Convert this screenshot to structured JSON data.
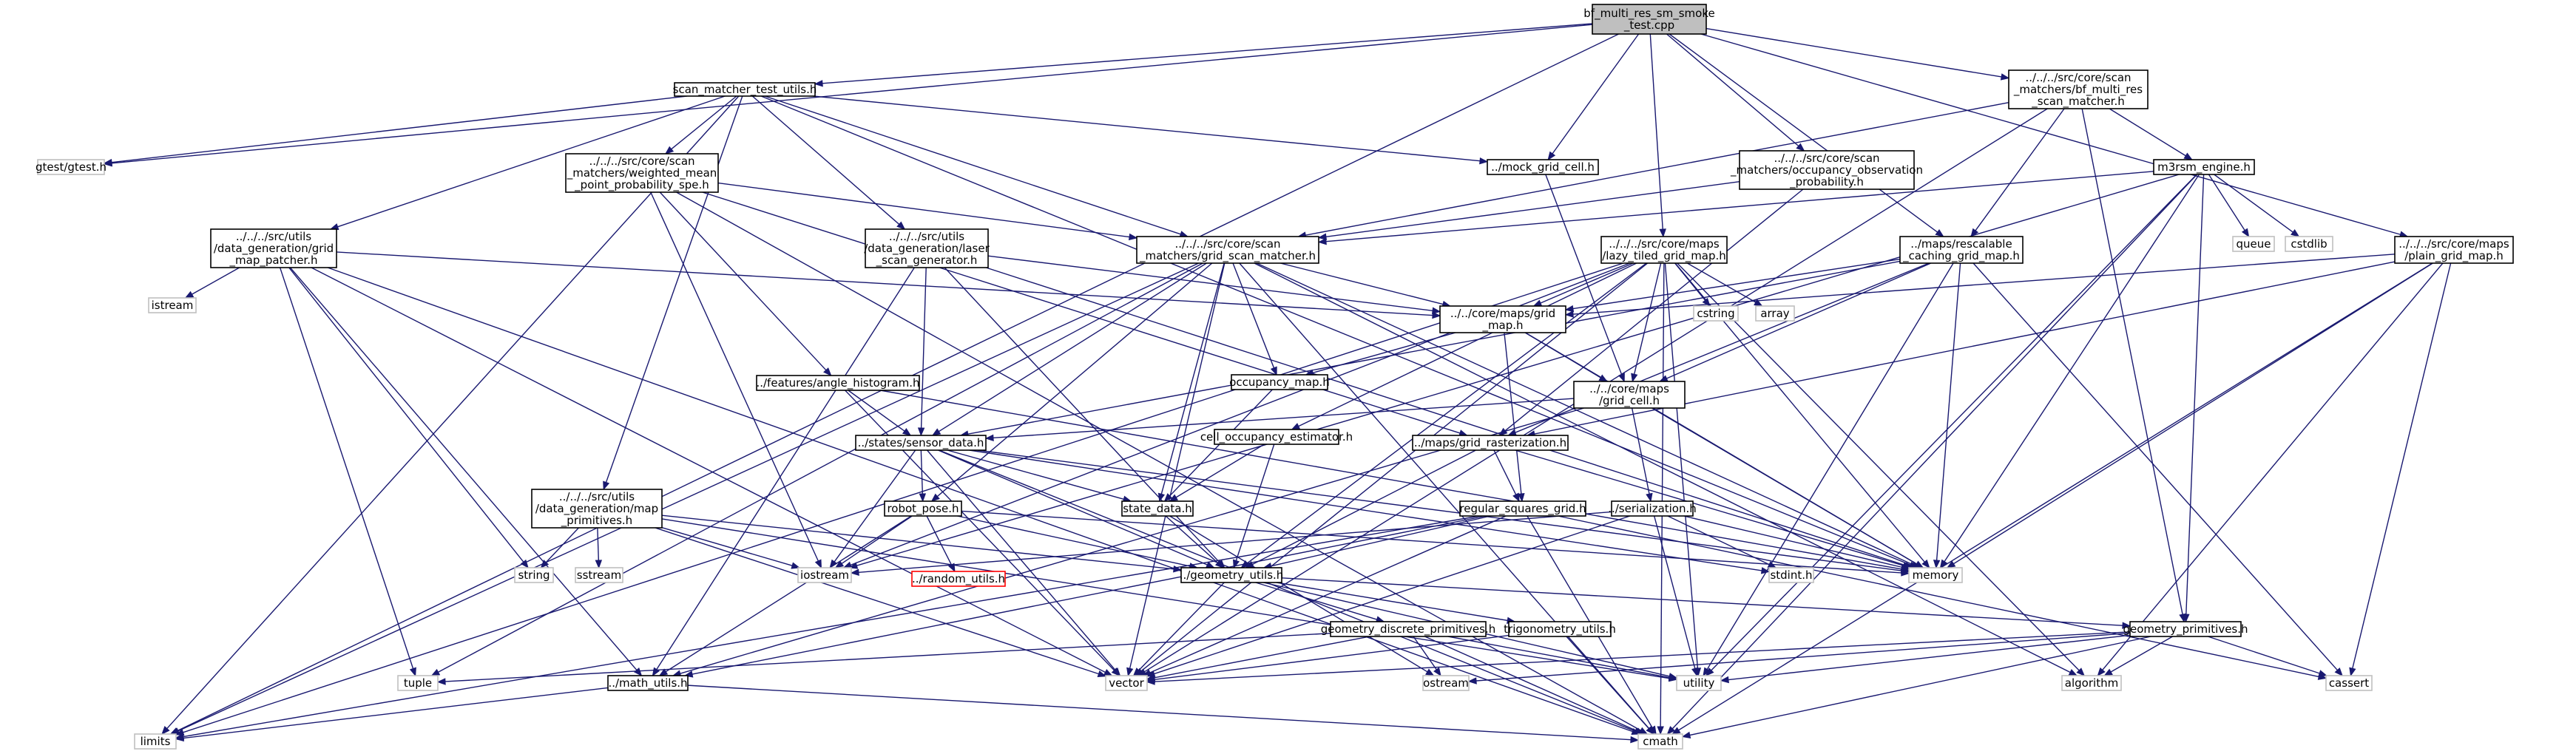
{
  "diagram": {
    "type": "include-dependency-graph",
    "colors": {
      "edge": "#191970",
      "root_fill": "#bfbfbf",
      "node_border": "#000000",
      "system_border": "#bfbfbf",
      "missing_border": "#ff0000"
    },
    "nodes": [
      {
        "id": "root",
        "kind": "root",
        "lines": [
          "bf_multi_res_sm_smoke",
          "_test.cpp"
        ]
      },
      {
        "id": "smtu",
        "kind": "dep",
        "lines": [
          "scan_matcher_test_utils.h"
        ]
      },
      {
        "id": "bfmrsm",
        "kind": "dep",
        "lines": [
          "../../../src/core/scan",
          "_matchers/bf_multi_res",
          "_scan_matcher.h"
        ]
      },
      {
        "id": "gtest",
        "kind": "sys",
        "lines": [
          "gtest/gtest.h"
        ]
      },
      {
        "id": "wmpps",
        "kind": "dep",
        "lines": [
          "../../../src/core/scan",
          "_matchers/weighted_mean",
          "_point_probability_spe.h"
        ]
      },
      {
        "id": "mockgc",
        "kind": "dep",
        "lines": [
          "../mock_grid_cell.h"
        ]
      },
      {
        "id": "oop",
        "kind": "dep",
        "lines": [
          "../../../src/core/scan",
          "_matchers/occupancy_observation",
          "_probability.h"
        ]
      },
      {
        "id": "m3rsm",
        "kind": "dep",
        "lines": [
          "m3rsm_engine.h"
        ]
      },
      {
        "id": "gmp",
        "kind": "dep",
        "lines": [
          "../../../src/utils",
          "/data_generation/grid",
          "_map_patcher.h"
        ]
      },
      {
        "id": "lsg",
        "kind": "dep",
        "lines": [
          "../../../src/utils",
          "/data_generation/laser",
          "_scan_generator.h"
        ]
      },
      {
        "id": "gsm",
        "kind": "dep",
        "lines": [
          "../../../src/core/scan",
          "_matchers/grid_scan_matcher.h"
        ]
      },
      {
        "id": "ltgm",
        "kind": "dep",
        "lines": [
          "../../../src/core/maps",
          "/lazy_tiled_grid_map.h"
        ]
      },
      {
        "id": "rcgm",
        "kind": "dep",
        "lines": [
          "../maps/rescalable",
          "_caching_grid_map.h"
        ]
      },
      {
        "id": "pgm",
        "kind": "dep",
        "lines": [
          "../../../src/core/maps",
          "/plain_grid_map.h"
        ]
      },
      {
        "id": "queue",
        "kind": "sys",
        "lines": [
          "queue"
        ]
      },
      {
        "id": "cstdlib",
        "kind": "sys",
        "lines": [
          "cstdlib"
        ]
      },
      {
        "id": "istream",
        "kind": "sys",
        "lines": [
          "istream"
        ]
      },
      {
        "id": "cstring",
        "kind": "sys",
        "lines": [
          "cstring"
        ]
      },
      {
        "id": "array",
        "kind": "sys",
        "lines": [
          "array"
        ]
      },
      {
        "id": "cgm",
        "kind": "dep",
        "lines": [
          "../../core/maps/grid",
          "_map.h"
        ]
      },
      {
        "id": "ah",
        "kind": "dep",
        "lines": [
          "../features/angle_histogram.h"
        ]
      },
      {
        "id": "om",
        "kind": "dep",
        "lines": [
          "occupancy_map.h"
        ]
      },
      {
        "id": "mgc",
        "kind": "dep",
        "lines": [
          "../../core/maps",
          "/grid_cell.h"
        ]
      },
      {
        "id": "coe",
        "kind": "dep",
        "lines": [
          "cell_occupancy_estimator.h"
        ]
      },
      {
        "id": "sd",
        "kind": "dep",
        "lines": [
          "../states/sensor_data.h"
        ]
      },
      {
        "id": "mgr",
        "kind": "dep",
        "lines": [
          "../maps/grid_rasterization.h"
        ]
      },
      {
        "id": "mp",
        "kind": "dep",
        "lines": [
          "../../../src/utils",
          "/data_generation/map",
          "_primitives.h"
        ]
      },
      {
        "id": "rp",
        "kind": "dep",
        "lines": [
          "robot_pose.h"
        ]
      },
      {
        "id": "std",
        "kind": "dep",
        "lines": [
          "state_data.h"
        ]
      },
      {
        "id": "rsg",
        "kind": "dep",
        "lines": [
          "regular_squares_grid.h"
        ]
      },
      {
        "id": "ser",
        "kind": "dep",
        "lines": [
          "../serialization.h"
        ]
      },
      {
        "id": "string",
        "kind": "sys",
        "lines": [
          "string"
        ]
      },
      {
        "id": "sstream",
        "kind": "sys",
        "lines": [
          "sstream"
        ]
      },
      {
        "id": "iostream",
        "kind": "sys",
        "lines": [
          "iostream"
        ]
      },
      {
        "id": "ru",
        "kind": "missing",
        "lines": [
          "../random_utils.h"
        ]
      },
      {
        "id": "geo",
        "kind": "dep",
        "lines": [
          "../geometry_utils.h"
        ]
      },
      {
        "id": "stdint",
        "kind": "sys",
        "lines": [
          "stdint.h"
        ]
      },
      {
        "id": "memory",
        "kind": "sys",
        "lines": [
          "memory"
        ]
      },
      {
        "id": "gdp",
        "kind": "dep",
        "lines": [
          "geometry_discrete_primitives.h"
        ]
      },
      {
        "id": "trig",
        "kind": "dep",
        "lines": [
          "trigonometry_utils.h"
        ]
      },
      {
        "id": "gp",
        "kind": "dep",
        "lines": [
          "geometry_primitives.h"
        ]
      },
      {
        "id": "tuple",
        "kind": "sys",
        "lines": [
          "tuple"
        ]
      },
      {
        "id": "mu",
        "kind": "dep",
        "lines": [
          "../math_utils.h"
        ]
      },
      {
        "id": "vector",
        "kind": "sys",
        "lines": [
          "vector"
        ]
      },
      {
        "id": "ostream",
        "kind": "sys",
        "lines": [
          "ostream"
        ]
      },
      {
        "id": "utility",
        "kind": "sys",
        "lines": [
          "utility"
        ]
      },
      {
        "id": "algorithm",
        "kind": "sys",
        "lines": [
          "algorithm"
        ]
      },
      {
        "id": "cassert",
        "kind": "sys",
        "lines": [
          "cassert"
        ]
      },
      {
        "id": "limits",
        "kind": "sys",
        "lines": [
          "limits"
        ]
      },
      {
        "id": "cmath",
        "kind": "sys",
        "lines": [
          "cmath"
        ]
      }
    ],
    "edges": [
      [
        "root",
        "smtu"
      ],
      [
        "root",
        "bfmrsm"
      ],
      [
        "root",
        "gtest"
      ],
      [
        "root",
        "mockgc"
      ],
      [
        "root",
        "oop"
      ],
      [
        "root",
        "ltgm"
      ],
      [
        "root",
        "rcgm"
      ],
      [
        "root",
        "pgm"
      ],
      [
        "root",
        "limits"
      ],
      [
        "smtu",
        "gtest"
      ],
      [
        "smtu",
        "wmpps"
      ],
      [
        "smtu",
        "mockgc"
      ],
      [
        "smtu",
        "gmp"
      ],
      [
        "smtu",
        "lsg"
      ],
      [
        "smtu",
        "gsm"
      ],
      [
        "smtu",
        "mp"
      ],
      [
        "smtu",
        "memory"
      ],
      [
        "smtu",
        "limits"
      ],
      [
        "bfmrsm",
        "m3rsm"
      ],
      [
        "bfmrsm",
        "gsm"
      ],
      [
        "bfmrsm",
        "rcgm"
      ],
      [
        "bfmrsm",
        "gp"
      ],
      [
        "bfmrsm",
        "vector"
      ],
      [
        "wmpps",
        "gsm"
      ],
      [
        "wmpps",
        "ah"
      ],
      [
        "wmpps",
        "iostream"
      ],
      [
        "wmpps",
        "cmath"
      ],
      [
        "wmpps",
        "mgr"
      ],
      [
        "mockgc",
        "mgc"
      ],
      [
        "oop",
        "gsm"
      ],
      [
        "oop",
        "mgr"
      ],
      [
        "m3rsm",
        "gsm"
      ],
      [
        "m3rsm",
        "queue"
      ],
      [
        "m3rsm",
        "cstdlib"
      ],
      [
        "m3rsm",
        "memory"
      ],
      [
        "m3rsm",
        "gp"
      ],
      [
        "m3rsm",
        "utility"
      ],
      [
        "m3rsm",
        "cmath"
      ],
      [
        "m3rsm",
        "iostream"
      ],
      [
        "gmp",
        "istream"
      ],
      [
        "gmp",
        "cgm"
      ],
      [
        "gmp",
        "string"
      ],
      [
        "gmp",
        "tuple"
      ],
      [
        "gmp",
        "vector"
      ],
      [
        "gmp",
        "cmath"
      ],
      [
        "gmp",
        "mu"
      ],
      [
        "lsg",
        "cgm"
      ],
      [
        "lsg",
        "sd"
      ],
      [
        "lsg",
        "geo"
      ],
      [
        "lsg",
        "mu"
      ],
      [
        "lsg",
        "memory"
      ],
      [
        "gsm",
        "cgm"
      ],
      [
        "gsm",
        "om"
      ],
      [
        "gsm",
        "sd"
      ],
      [
        "gsm",
        "rp"
      ],
      [
        "gsm",
        "std"
      ],
      [
        "gsm",
        "vector"
      ],
      [
        "gsm",
        "memory"
      ],
      [
        "gsm",
        "limits"
      ],
      [
        "gsm",
        "cmath"
      ],
      [
        "gsm",
        "tuple"
      ],
      [
        "gsm",
        "algorithm"
      ],
      [
        "ltgm",
        "cgm"
      ],
      [
        "ltgm",
        "mgc"
      ],
      [
        "ltgm",
        "coe"
      ],
      [
        "ltgm",
        "cstring"
      ],
      [
        "ltgm",
        "array"
      ],
      [
        "ltgm",
        "memory"
      ],
      [
        "ltgm",
        "geo"
      ],
      [
        "ltgm",
        "vector"
      ],
      [
        "ltgm",
        "cmath"
      ],
      [
        "ltgm",
        "algorithm"
      ],
      [
        "ltgm",
        "limits"
      ],
      [
        "ltgm",
        "iostream"
      ],
      [
        "ltgm",
        "utility"
      ],
      [
        "rcgm",
        "cgm"
      ],
      [
        "rcgm",
        "mgc"
      ],
      [
        "rcgm",
        "mgr"
      ],
      [
        "rcgm",
        "memory"
      ],
      [
        "rcgm",
        "cassert"
      ],
      [
        "rcgm",
        "utility"
      ],
      [
        "rcgm",
        "sd"
      ],
      [
        "pgm",
        "cgm"
      ],
      [
        "pgm",
        "memory"
      ],
      [
        "pgm",
        "cassert"
      ],
      [
        "pgm",
        "algorithm"
      ],
      [
        "pgm",
        "cmath"
      ],
      [
        "pgm",
        "mgr"
      ],
      [
        "cgm",
        "om"
      ],
      [
        "cgm",
        "mgc"
      ],
      [
        "cgm",
        "rsg"
      ],
      [
        "cgm",
        "memory"
      ],
      [
        "ah",
        "sd"
      ],
      [
        "ah",
        "vector"
      ],
      [
        "ah",
        "memory"
      ],
      [
        "om",
        "std"
      ],
      [
        "mgc",
        "sd"
      ],
      [
        "mgc",
        "ser"
      ],
      [
        "mgc",
        "memory"
      ],
      [
        "mgc",
        "mu"
      ],
      [
        "coe",
        "std"
      ],
      [
        "coe",
        "geo"
      ],
      [
        "sd",
        "rp"
      ],
      [
        "sd",
        "std"
      ],
      [
        "sd",
        "geo"
      ],
      [
        "sd",
        "iostream"
      ],
      [
        "sd",
        "vector"
      ],
      [
        "sd",
        "memory"
      ],
      [
        "sd",
        "cmath"
      ],
      [
        "sd",
        "stdint"
      ],
      [
        "mgr",
        "rsg"
      ],
      [
        "mgr",
        "geo"
      ],
      [
        "mgr",
        "memory"
      ],
      [
        "mp",
        "string"
      ],
      [
        "mp",
        "sstream"
      ],
      [
        "mp",
        "iostream"
      ],
      [
        "mp",
        "geo"
      ],
      [
        "mp",
        "vector"
      ],
      [
        "mp",
        "utility"
      ],
      [
        "rp",
        "ru"
      ],
      [
        "rp",
        "geo"
      ],
      [
        "rp",
        "mu"
      ],
      [
        "rp",
        "iostream"
      ],
      [
        "rp",
        "memory"
      ],
      [
        "std",
        "geo"
      ],
      [
        "std",
        "ostream"
      ],
      [
        "rsg",
        "geo"
      ],
      [
        "rsg",
        "vector"
      ],
      [
        "rsg",
        "mu"
      ],
      [
        "rsg",
        "cmath"
      ],
      [
        "rsg",
        "limits"
      ],
      [
        "rsg",
        "cassert"
      ],
      [
        "ser",
        "iostream"
      ],
      [
        "ser",
        "vector"
      ],
      [
        "ser",
        "stdint"
      ],
      [
        "ser",
        "memory"
      ],
      [
        "ser",
        "utility"
      ],
      [
        "geo",
        "gdp"
      ],
      [
        "geo",
        "trig"
      ],
      [
        "geo",
        "gp"
      ],
      [
        "geo",
        "vector"
      ],
      [
        "geo",
        "utility"
      ],
      [
        "gdp",
        "tuple"
      ],
      [
        "gdp",
        "vector"
      ],
      [
        "gdp",
        "ostream"
      ],
      [
        "gdp",
        "cmath"
      ],
      [
        "gdp",
        "utility"
      ],
      [
        "trig",
        "vector"
      ],
      [
        "trig",
        "cmath"
      ],
      [
        "gp",
        "vector"
      ],
      [
        "gp",
        "ostream"
      ],
      [
        "gp",
        "utility"
      ],
      [
        "gp",
        "algorithm"
      ],
      [
        "gp",
        "cassert"
      ],
      [
        "gp",
        "cmath"
      ],
      [
        "mu",
        "limits"
      ],
      [
        "mu",
        "cmath"
      ]
    ]
  }
}
